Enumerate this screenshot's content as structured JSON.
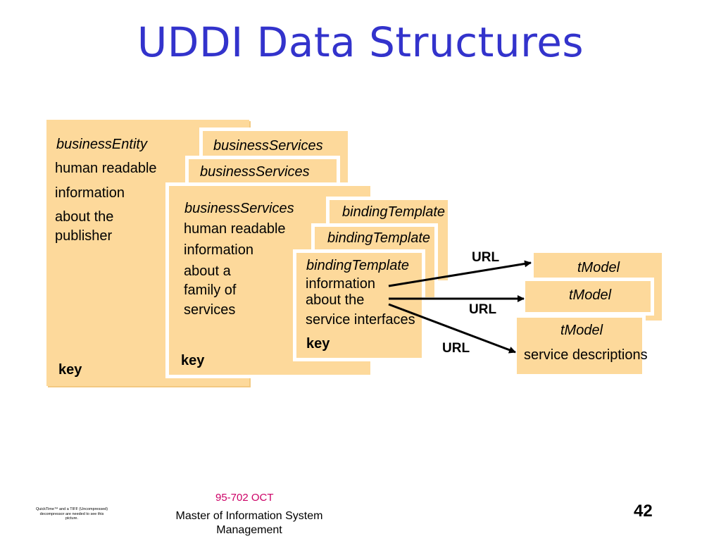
{
  "title": "UDDI Data Structures",
  "entity": {
    "heading": "businessEntity",
    "line1": "human readable",
    "line2": "information",
    "line3": "about the",
    "line4": "publisher",
    "key": "key"
  },
  "services": {
    "back1": "businessServices",
    "back2": "businessServices",
    "heading": "businessServices",
    "line1": "human readable",
    "line2": "information",
    "line3": "about a",
    "line4": "family of",
    "line5": "services",
    "key": "key"
  },
  "bindings": {
    "back1": "bindingTemplate",
    "back2": "bindingTemplate",
    "heading": "bindingTemplate",
    "line1": "information",
    "line2": "about the",
    "line3": "service interfaces",
    "key": "key"
  },
  "tmodels": {
    "back1": "tModel",
    "back2": "tModel",
    "heading": "tModel",
    "description": "service descriptions"
  },
  "arrows": {
    "url1": "URL",
    "url2": "URL",
    "url3": "URL"
  },
  "footer": {
    "code": "95-702 OCT",
    "department": "Master of Information System Management",
    "page": "42",
    "quicktime": "QuickTime™ and a TIFF (Uncompressed) decompressor are needed to see this picture."
  }
}
